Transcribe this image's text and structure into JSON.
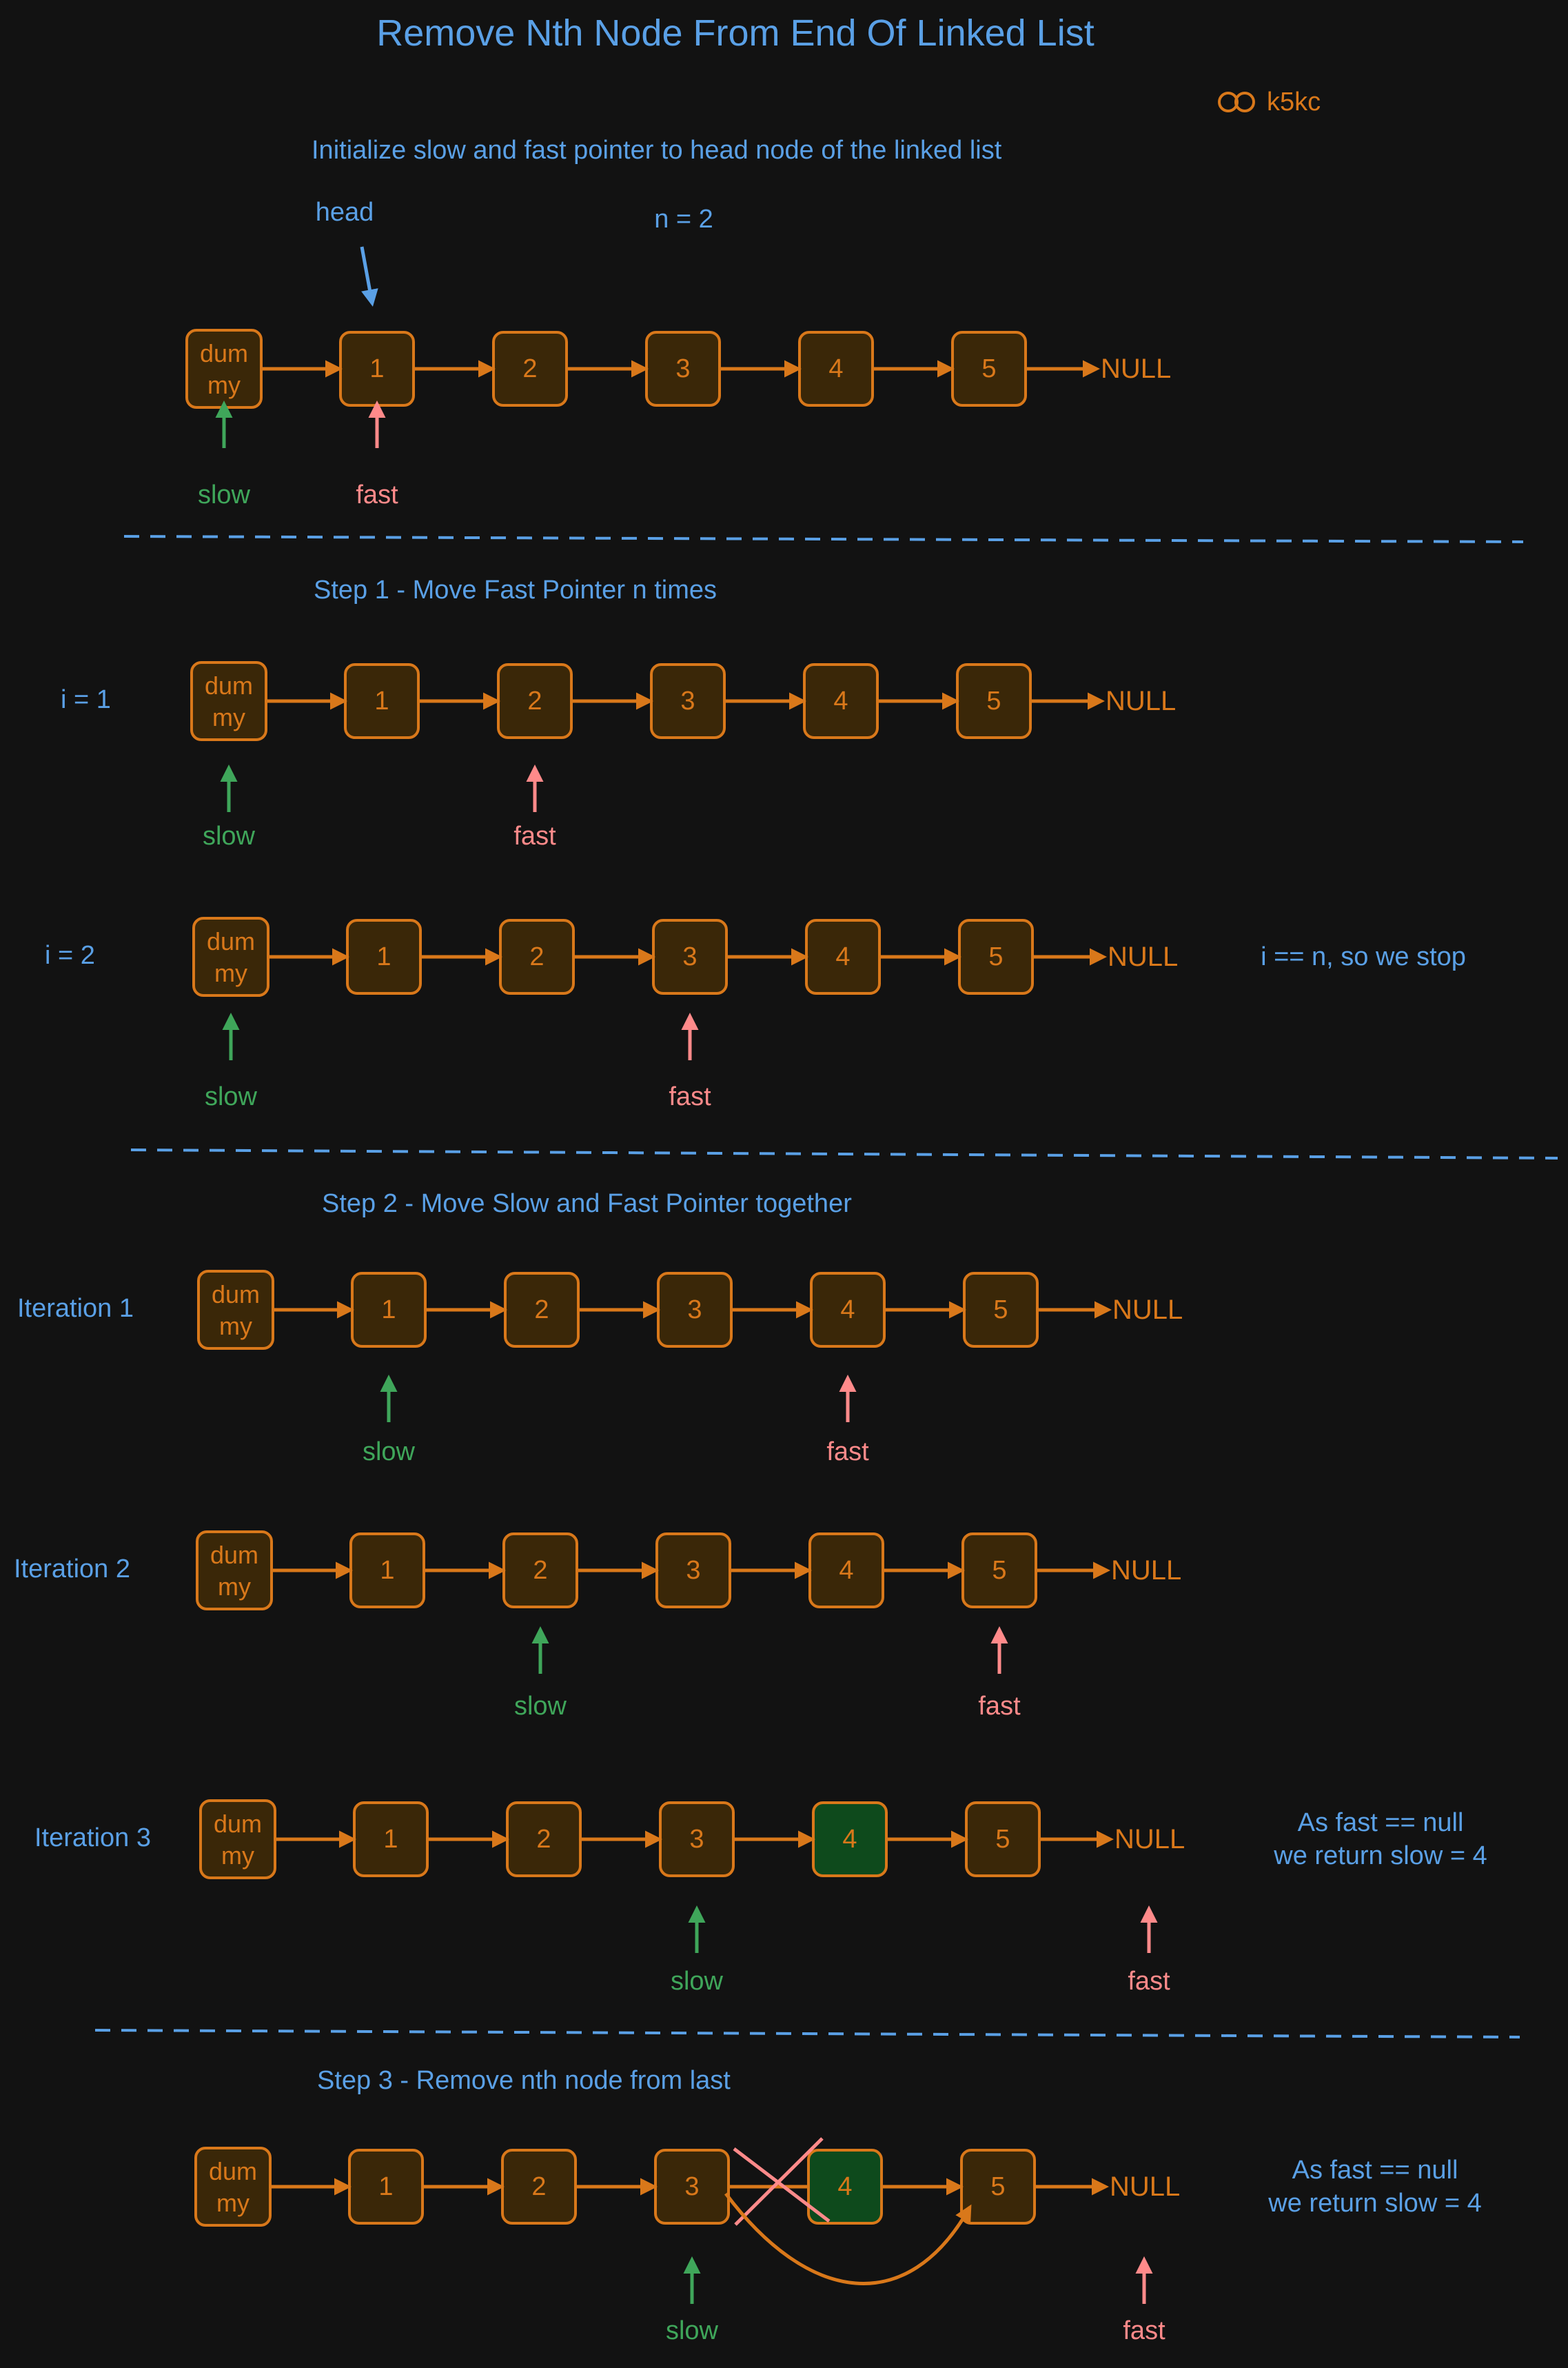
{
  "title": "Remove Nth Node From End Of Linked List",
  "brand": "k5kc",
  "colors": {
    "background": "#121212",
    "blue": "#5aa0e6",
    "orange": "#d9781a",
    "node_fill": "#3a2708",
    "highlight_fill": "#0e4a1c",
    "green": "#3fa65a",
    "pink": "#ff8a8a"
  },
  "intro": {
    "caption": "Initialize slow and fast pointer to head node of the linked list",
    "head_label": "head",
    "n_label": "n = 2"
  },
  "dummy_label_top": "dum",
  "dummy_label_bottom": "my",
  "null_label": "NULL",
  "pointer_labels": {
    "slow": "slow",
    "fast": "fast"
  },
  "step1": {
    "heading": "Step 1 - Move Fast Pointer n times"
  },
  "step2": {
    "heading": "Step 2 - Move Slow and Fast Pointer together"
  },
  "step3": {
    "heading": "Step 3 - Remove nth node from last"
  },
  "rows": [
    {
      "id": "init",
      "label": "",
      "nodes": [
        "1",
        "2",
        "3",
        "4",
        "5"
      ],
      "slow": "dummy",
      "fast": "1",
      "highlight": "",
      "note": []
    },
    {
      "id": "step1-i1",
      "label": "i = 1",
      "nodes": [
        "1",
        "2",
        "3",
        "4",
        "5"
      ],
      "slow": "dummy",
      "fast": "2",
      "highlight": "",
      "note": []
    },
    {
      "id": "step1-i2",
      "label": "i = 2",
      "nodes": [
        "1",
        "2",
        "3",
        "4",
        "5"
      ],
      "slow": "dummy",
      "fast": "3",
      "highlight": "",
      "note": [
        "i == n, so we stop"
      ]
    },
    {
      "id": "step2-it1",
      "label": "Iteration 1",
      "nodes": [
        "1",
        "2",
        "3",
        "4",
        "5"
      ],
      "slow": "1",
      "fast": "4",
      "highlight": "",
      "note": []
    },
    {
      "id": "step2-it2",
      "label": "Iteration 2",
      "nodes": [
        "1",
        "2",
        "3",
        "4",
        "5"
      ],
      "slow": "2",
      "fast": "5",
      "highlight": "",
      "note": []
    },
    {
      "id": "step2-it3",
      "label": "Iteration 3",
      "nodes": [
        "1",
        "2",
        "3",
        "4",
        "5"
      ],
      "slow": "3",
      "fast": "NULL",
      "highlight": "4",
      "note": [
        "As fast == null",
        "we return slow = 4"
      ]
    },
    {
      "id": "step3",
      "label": "",
      "nodes": [
        "1",
        "2",
        "3",
        "4",
        "5"
      ],
      "slow": "3",
      "fast": "NULL",
      "highlight": "4",
      "removed_link": true,
      "note": [
        "As fast == null",
        "we return slow = 4"
      ]
    }
  ]
}
